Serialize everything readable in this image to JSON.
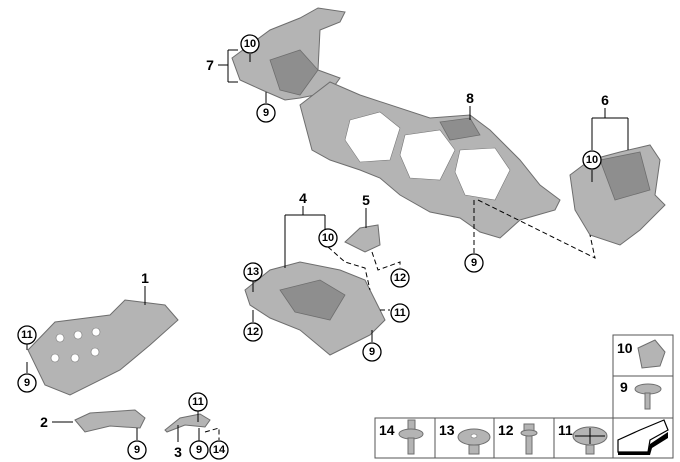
{
  "parts": {
    "p1": "1",
    "p2": "2",
    "p3": "3",
    "p4": "4",
    "p5": "5",
    "p6": "6",
    "p7": "7",
    "p8": "8"
  },
  "callouts": {
    "c7_10": "10",
    "c7_9": "9",
    "c6_10": "10",
    "c6_9": "9",
    "c4_10": "10",
    "c4_13": "13",
    "c4_12": "12",
    "c4_11": "11",
    "c4_9": "9",
    "c5_12": "12",
    "c1_11": "11",
    "c1_9": "9",
    "c2_9": "9",
    "c3_11": "11",
    "c3_9": "9",
    "c3_14": "14"
  },
  "legend": {
    "cell_10": "10",
    "cell_9": "9",
    "cell_14": "14",
    "cell_13": "13",
    "cell_12": "12",
    "cell_11": "11"
  },
  "icons": {
    "legend_arrow": "arrow-icon"
  }
}
